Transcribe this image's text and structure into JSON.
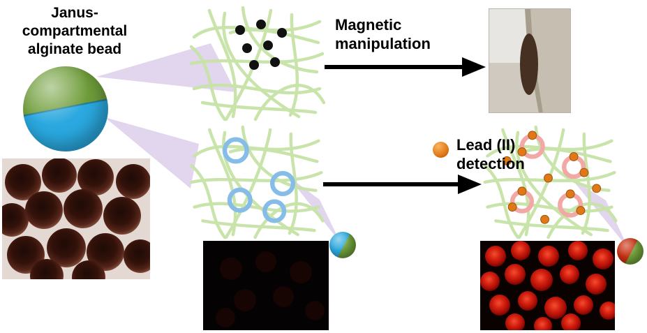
{
  "figure": {
    "title_lines": [
      "Janus-",
      "compartmental",
      "alginate bead"
    ],
    "magnetic_arrow_label_lines": [
      "Magnetic",
      "manipulation"
    ],
    "lead_arrow_label_lines": [
      "Lead (II)",
      "detection"
    ]
  },
  "colors": {
    "bead_green": "#6f9d3a",
    "bead_blue": "#2aa8df",
    "bead_red": "#c62f10",
    "network_green": "#c7e3a6",
    "magnetic_particle": "#111111",
    "sensor_ring_blue": "#85bde8",
    "sensor_ring_pink": "#f2a8a4",
    "lead_orange": "#e07818",
    "zoom_cone": "#dccfeb",
    "fluorescence_red": "#d92313",
    "arrow_black": "#000000"
  },
  "images": {
    "bead_micrograph": "optical micrograph of alginate beads",
    "magnet_photo": "beads attracted to magnet",
    "dark_fluorescence": "fluorescence image before lead binding (dark)",
    "red_fluorescence": "fluorescence image after lead binding (red beads)"
  }
}
